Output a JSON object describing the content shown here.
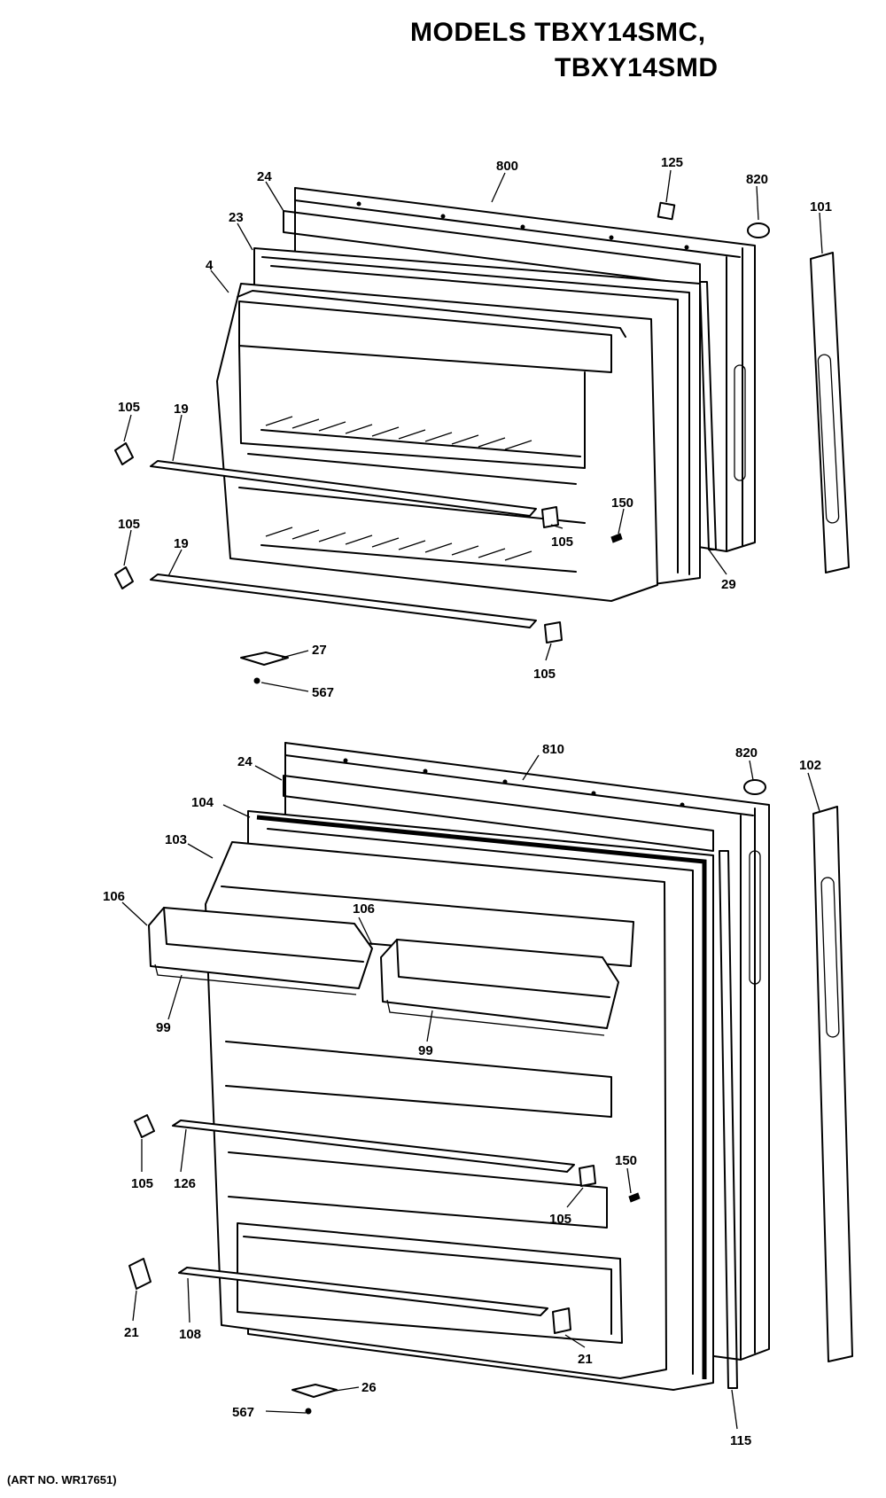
{
  "header": {
    "title_line1": "MODELS TBXY14SMC,",
    "title_line2": "TBXY14SMD"
  },
  "footer": {
    "art_no": "(ART NO. WR17651)"
  },
  "callouts": {
    "freezer": {
      "p800": "800",
      "p125": "125",
      "p820": "820",
      "p101": "101",
      "p24": "24",
      "p23": "23",
      "p4": "4",
      "p105a": "105",
      "p19a": "19",
      "p105b": "105",
      "p19b": "19",
      "p105c": "105",
      "p150": "150",
      "p29": "29",
      "p27": "27",
      "p567": "567",
      "p105d": "105"
    },
    "fresh_food": {
      "p810": "810",
      "p820": "820",
      "p102": "102",
      "p24": "24",
      "p104": "104",
      "p103": "103",
      "p106a": "106",
      "p106b": "106",
      "p99a": "99",
      "p99b": "99",
      "p105a": "105",
      "p126": "126",
      "p150": "150",
      "p105b": "105",
      "p21a": "21",
      "p108": "108",
      "p21b": "21",
      "p115": "115",
      "p567": "567",
      "p26": "26"
    }
  }
}
